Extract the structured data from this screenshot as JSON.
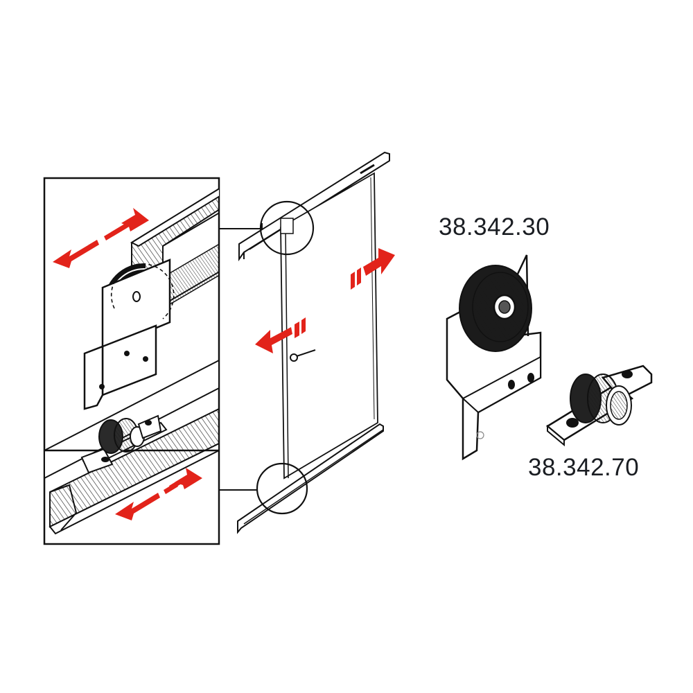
{
  "diagram": {
    "part_numbers": {
      "upper_roller": "38.342.30",
      "lower_guide_roller": "38.342.70"
    }
  },
  "colors": {
    "line": "#1a1a1a",
    "arrow": "#e2231a",
    "background": "#ffffff",
    "label": "#1a1d22"
  },
  "icons": {
    "direction_arrow": "double-headed-arrow",
    "detail_marker": "circle-callout"
  }
}
